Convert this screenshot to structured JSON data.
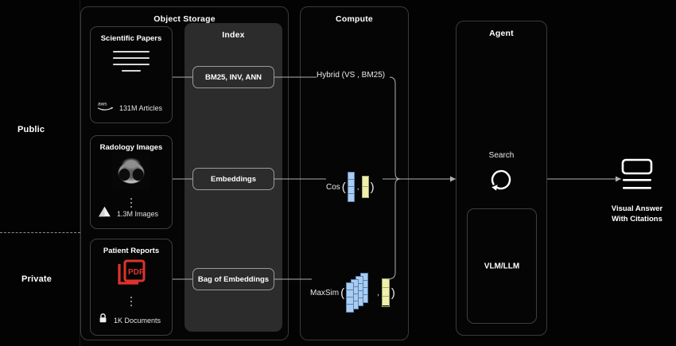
{
  "zones": [
    {
      "label": "Public",
      "name": "zone-public"
    },
    {
      "label": "Private",
      "name": "zone-private"
    }
  ],
  "panels": {
    "object_storage": {
      "title": "Object Storage"
    },
    "compute": {
      "title": "Compute"
    },
    "agent": {
      "title": "Agent"
    },
    "index": {
      "title": "Index"
    }
  },
  "sources": [
    {
      "title": "Scientific Papers",
      "icon": "aws-logo-icon",
      "count": "131M Articles",
      "visual": "document-lines-icon"
    },
    {
      "title": "Radology Images",
      "icon": "azure-logo-icon",
      "count": "1.3M Images",
      "visual": "ct-scan-thumbnail"
    },
    {
      "title": "Patient Reports",
      "icon": "lock-icon",
      "count": "1K Documents",
      "visual": "pdf-file-icon"
    }
  ],
  "index_items": [
    {
      "label": "BM25, INV, ANN"
    },
    {
      "label": "Embeddings"
    },
    {
      "label": "Bag of Embeddings"
    }
  ],
  "compute_ops": [
    {
      "name": "hybrid",
      "prefix": "Hybrid (VS , BM25)",
      "open_paren": "",
      "comma": "",
      "close_paren": ""
    },
    {
      "name": "cosine",
      "prefix": "Cos",
      "open_paren": "(",
      "comma": ",",
      "close_paren": ")"
    },
    {
      "name": "maxsim",
      "prefix": "MaxSim",
      "open_paren": "(",
      "comma": ",",
      "close_paren": ")"
    }
  ],
  "agent": {
    "search_label": "Search",
    "loop_icon": "circular-arrow-icon",
    "model_box_label": "VLM/LLM"
  },
  "output": {
    "icon": "visual-answer-icon",
    "label_line1": "Visual Answer",
    "label_line2": "With Citations"
  },
  "colors": {
    "background": "#030303",
    "panel_border": "#3a3a3a",
    "index_panel": "#2c2c2c",
    "pill_border": "#9a9a9a",
    "vector_blue": "#a8cdf0",
    "vector_yellow": "#eef0ae",
    "pdf_red": "#e0322c",
    "wire": "#b0b0b0",
    "text": "#ffffff"
  }
}
